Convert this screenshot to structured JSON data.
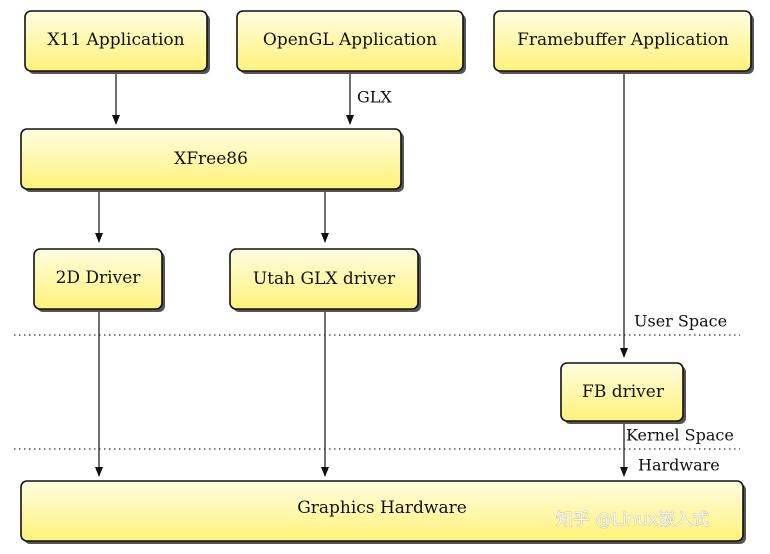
{
  "nodes": {
    "x11_app": "X11 Application",
    "opengl_app": "OpenGL Application",
    "fb_app": "Framebuffer Application",
    "xfree86": "XFree86",
    "driver_2d": "2D Driver",
    "utah_glx": "Utah GLX driver",
    "fb_driver": "FB driver",
    "graphics_hw": "Graphics Hardware"
  },
  "edge_labels": {
    "glx": "GLX"
  },
  "layers": {
    "user_space": "User Space",
    "kernel_space": "Kernel Space",
    "hardware": "Hardware"
  },
  "watermark": "知乎 @Linux嵌入式",
  "colors": {
    "box_fill_light": "#fffde0",
    "box_fill_dark": "#fff27a",
    "box_border": "#111111",
    "shadow": "#555555"
  }
}
